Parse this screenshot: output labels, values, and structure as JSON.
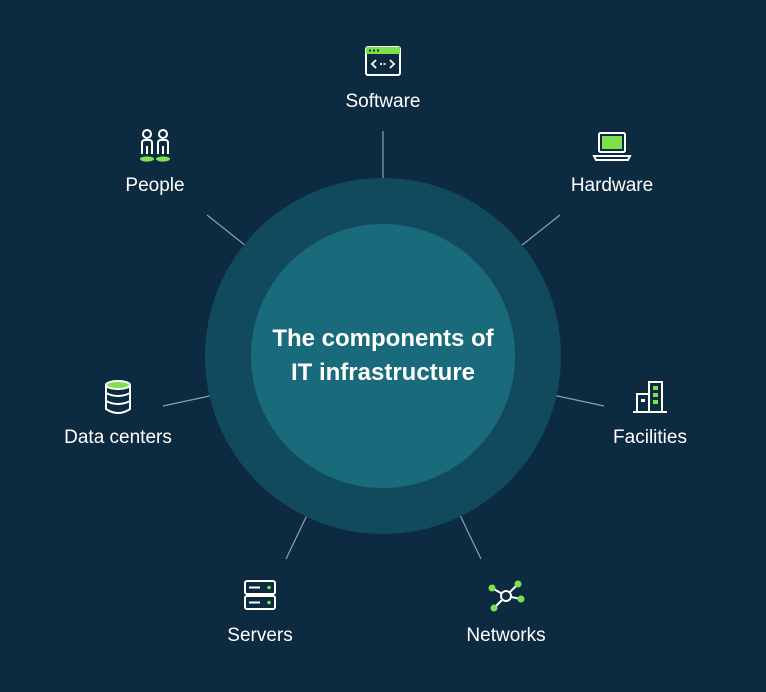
{
  "title": "The components of IT infrastructure",
  "colors": {
    "background": "#0c2a40",
    "outer_ring": "#124a5d",
    "inner_circle": "#196a7b",
    "accent": "#7ee04a",
    "icon_stroke": "#ffffff",
    "connector": "#8aa2b0"
  },
  "components": [
    {
      "id": "software",
      "label": "Software",
      "icon": "code-window-icon"
    },
    {
      "id": "people",
      "label": "People",
      "icon": "people-icon"
    },
    {
      "id": "hardware",
      "label": "Hardware",
      "icon": "laptop-icon"
    },
    {
      "id": "datacenters",
      "label": "Data centers",
      "icon": "database-icon"
    },
    {
      "id": "facilities",
      "label": "Facilities",
      "icon": "building-icon"
    },
    {
      "id": "servers",
      "label": "Servers",
      "icon": "server-icon"
    },
    {
      "id": "networks",
      "label": "Networks",
      "icon": "network-icon"
    }
  ]
}
